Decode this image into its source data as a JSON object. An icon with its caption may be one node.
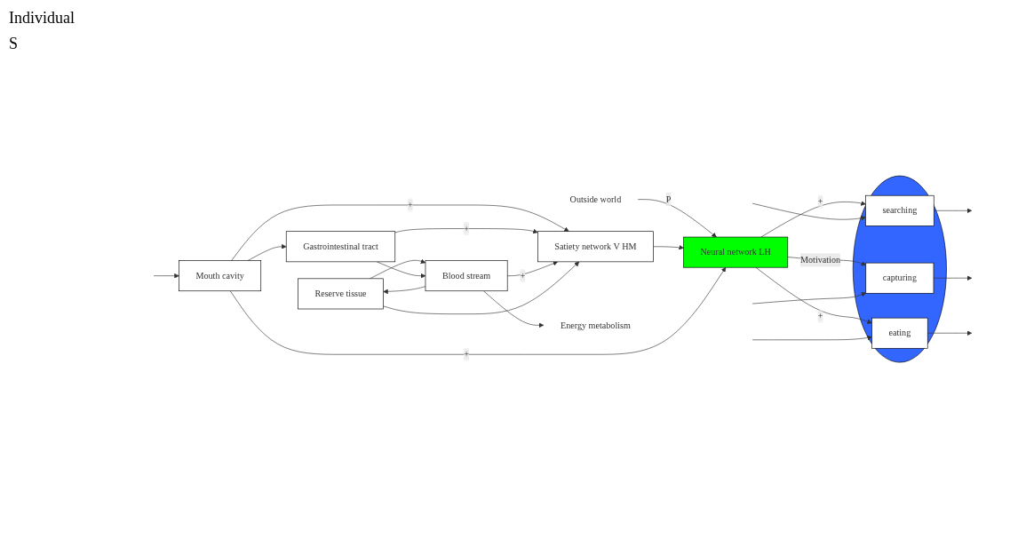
{
  "diagram": {
    "nodes": [
      {
        "text": [
          "Outside world"
        ]
      },
      {
        "text": [
          "Neural network LH"
        ]
      },
      {
        "text": [
          "Satiety network V HM"
        ]
      },
      {
        "text": [],
        "shape": "ellipse"
      },
      {
        "text": [
          "searching"
        ],
        "in": 3
      },
      {
        "text": [
          "capturing"
        ],
        "in": 3
      },
      {
        "text": [
          "eating"
        ],
        "in": 3
      },
      {
        "text": [
          "Reserve tissue"
        ]
      },
      {
        "text": [
          "Blood stream"
        ]
      },
      {
        "text": [
          "Mouth cavity"
        ]
      },
      {
        "text": [
          "Gastrointestinal tract"
        ]
      },
      {
        "text": [
          "Energy metabolism"
        ]
      }
    ],
    "edges": [
      {
        "from": 0,
        "to": 1,
        "arrow": "to",
        "label": "P"
      },
      {
        "from": 2,
        "to": 1,
        "arrow": "to"
      },
      {
        "from": 1,
        "to": 4,
        "arrow": "to",
        "label": "+"
      },
      {
        "from": 1,
        "to": 5,
        "arrow": "to",
        "label": "Motivation"
      },
      {
        "from": 1,
        "to": 6,
        "arrow": "to",
        "label": "+"
      },
      {
        "from": null,
        "to": 4,
        "arrow": "to"
      },
      {
        "from": 4,
        "to": null,
        "arrow": "to"
      },
      {
        "from": null,
        "to": 5,
        "arrow": "to"
      },
      {
        "from": 5,
        "to": null,
        "arrow": "to"
      },
      {
        "from": null,
        "to": 6,
        "arrow": "to"
      },
      {
        "from": 6,
        "to": null,
        "arrow": "to"
      },
      {
        "from": 9,
        "to": 1,
        "arrow": "to",
        "label": "+"
      },
      {
        "from": 9,
        "to": 2,
        "arrow": "to",
        "label": "+"
      },
      {
        "from": 10,
        "to": 2,
        "arrow": "to",
        "label": "+"
      },
      {
        "from": 8,
        "to": 2,
        "arrow": "to",
        "label": "+"
      },
      {
        "from": 7,
        "to": 2,
        "arrow": "to"
      },
      {
        "from": 7,
        "to": 8,
        "arrow": "to"
      },
      {
        "from": 8,
        "to": 7,
        "arrow": "to"
      },
      {
        "from": 8,
        "to": 11,
        "arrow": "to"
      },
      {
        "from": 10,
        "to": 8,
        "arrow": "to"
      },
      {
        "from": 9,
        "to": 10,
        "arrow": "to"
      },
      {
        "from": null,
        "to": 9,
        "arrow": "to"
      }
    ],
    "labels": [
      "Individual",
      "S"
    ]
  }
}
